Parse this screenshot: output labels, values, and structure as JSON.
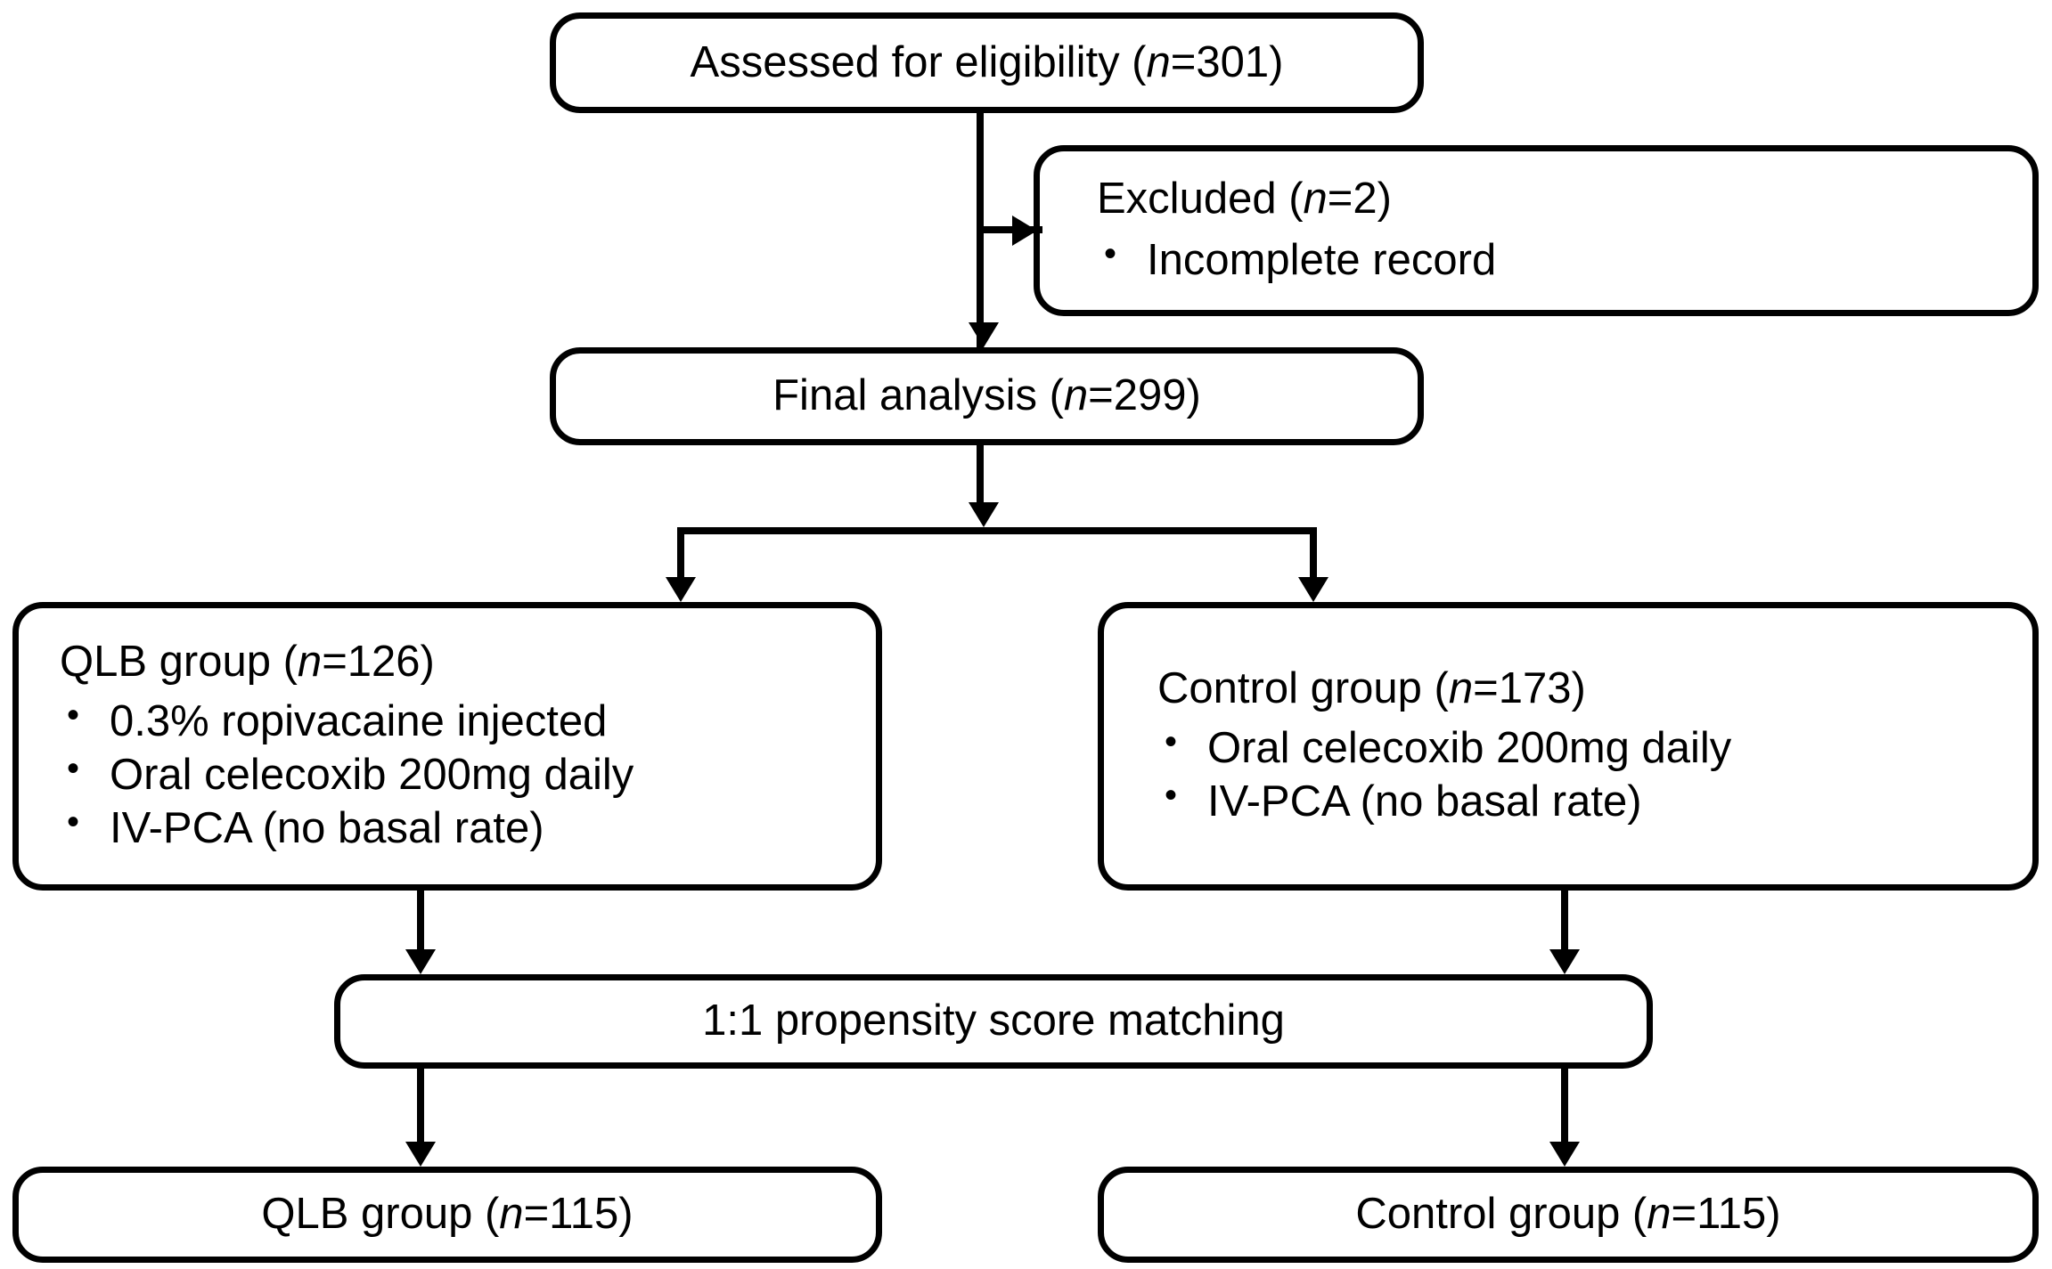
{
  "diagram": {
    "type": "flowchart",
    "title": "Study participant flow diagram",
    "colors": {
      "stroke": "#000000",
      "background": "#ffffff",
      "text": "#000000"
    },
    "nodes": {
      "assessed": {
        "title_prefix": "Assessed for eligibility (",
        "n_symbol": "n",
        "title_suffix": "=301)"
      },
      "excluded": {
        "title_prefix": "Excluded (",
        "n_symbol": "n",
        "title_suffix": "=2)",
        "bullets": [
          "Incomplete record"
        ]
      },
      "final_analysis": {
        "title_prefix": "Final analysis (",
        "n_symbol": "n",
        "title_suffix": "=299)"
      },
      "qlb_group": {
        "title_prefix": "QLB group (",
        "n_symbol": "n",
        "title_suffix": "=126)",
        "bullets": [
          "0.3% ropivacaine injected",
          "Oral celecoxib 200mg daily",
          "IV-PCA (no basal rate)"
        ]
      },
      "control_group": {
        "title_prefix": "Control group (",
        "n_symbol": "n",
        "title_suffix": "=173)",
        "bullets": [
          "Oral celecoxib 200mg daily",
          "IV-PCA (no basal rate)"
        ]
      },
      "matching": {
        "title_prefix": "1:1 propensity score matching",
        "n_symbol": "",
        "title_suffix": ""
      },
      "qlb_matched": {
        "title_prefix": "QLB group (",
        "n_symbol": "n",
        "title_suffix": "=115)"
      },
      "control_matched": {
        "title_prefix": "Control group (",
        "n_symbol": "n",
        "title_suffix": "=115)"
      }
    },
    "connectors": [
      {
        "name": "assessed-to-final",
        "kind": "arrow-down"
      },
      {
        "name": "assessed-to-excluded",
        "kind": "arrow-right"
      },
      {
        "name": "final-to-split",
        "kind": "arrow-down"
      },
      {
        "name": "split-to-qlb",
        "kind": "arrow-down"
      },
      {
        "name": "split-to-control",
        "kind": "arrow-down"
      },
      {
        "name": "qlb-to-matching",
        "kind": "arrow-down"
      },
      {
        "name": "control-to-matching",
        "kind": "arrow-down"
      },
      {
        "name": "matching-to-qlb-matched",
        "kind": "arrow-down"
      },
      {
        "name": "matching-to-control-matched",
        "kind": "arrow-down"
      }
    ]
  }
}
